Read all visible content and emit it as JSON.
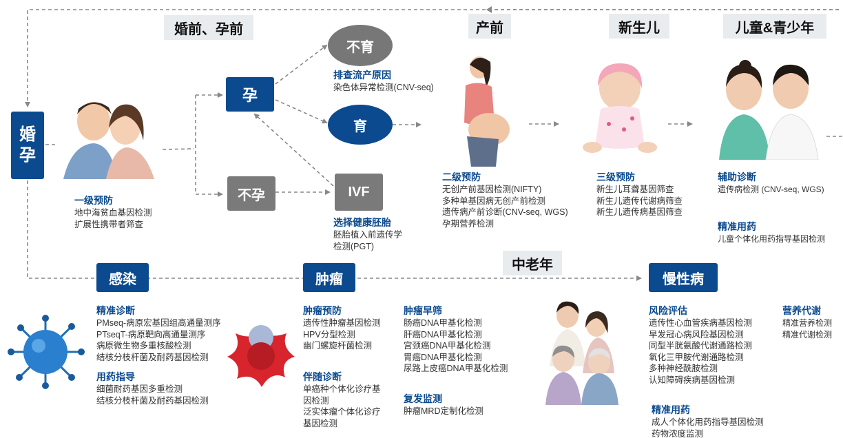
{
  "stages": {
    "premarital": "婚前、孕前",
    "prenatal": "产前",
    "newborn": "新生儿",
    "children": "儿童&青少年",
    "middle_aged": "中老年"
  },
  "nodes": {
    "marriage": "婚\n孕",
    "pregnant": "孕",
    "not_pregnant": "不孕",
    "infertile": "不育",
    "fertile": "育",
    "ivf": "IVF",
    "infection": "感染",
    "tumor": "肿瘤",
    "chronic": "慢性病"
  },
  "blocks": {
    "primary": {
      "title": "一级预防",
      "items": [
        "地中海贫血基因检测",
        "扩展性携带者筛查"
      ]
    },
    "miscarriage": {
      "title": "排查流产原因",
      "items": [
        "染色体异常检测(CNV-seq)"
      ]
    },
    "embryo": {
      "title": "选择健康胚胎",
      "items": [
        "胚胎植入前遗传学",
        "检测(PGT)"
      ]
    },
    "secondary": {
      "title": "二级预防",
      "items": [
        "无创产前基因检测(NIFTY)",
        "多种单基因病无创产前检测",
        "遗传病产前诊断(CNV-seq, WGS)",
        "孕期营养检测"
      ]
    },
    "tertiary": {
      "title": "三级预防",
      "items": [
        "新生儿耳聋基因筛查",
        "新生儿遗传代谢病筛查",
        "新生儿遗传病基因筛查"
      ]
    },
    "aux_diag": {
      "title": "辅助诊断",
      "items": [
        "遗传病检测 (CNV-seq, WGS)"
      ]
    },
    "child_med": {
      "title": "精准用药",
      "items": [
        "儿童个体化用药指导基因检测"
      ]
    },
    "inf_diag": {
      "title": "精准诊断",
      "items": [
        "PMseq-病原宏基因组高通量测序",
        "PTseqT-病原靶向高通量测序",
        "病原微生物多重核酸检测",
        "结核分枝杆菌及耐药基因检测"
      ]
    },
    "inf_med": {
      "title": "用药指导",
      "items": [
        "细菌耐药基因多重检测",
        "结核分枝杆菌及耐药基因检测"
      ]
    },
    "tumor_prev": {
      "title": "肿瘤预防",
      "items": [
        "遗传性肿瘤基因检测",
        "HPV分型检测",
        "幽门螺旋杆菌检测"
      ]
    },
    "tumor_comp": {
      "title": "伴随诊断",
      "items": [
        "单癌种个体化诊疗基",
        "因检测",
        "泛实体瘤个体化诊疗",
        "基因检测"
      ]
    },
    "tumor_screen": {
      "title": "肿瘤早筛",
      "items": [
        "肠癌DNA甲基化检测",
        "肝癌DNA甲基化检测",
        "宫颈癌DNA甲基化检测",
        "胃癌DNA甲基化检测",
        "尿路上皮癌DNA甲基化检测"
      ]
    },
    "relapse": {
      "title": "复发监测",
      "items": [
        "肿瘤MRD定制化检测"
      ]
    },
    "risk": {
      "title": "风险评估",
      "items": [
        "遗传性心血管疾病基因检测",
        "早发冠心病风险基因检测",
        "同型半胱氨酸代谢通路检测",
        "氧化三甲胺代谢通路检测",
        "多种神经酰胺检测",
        "认知障碍疾病基因检测"
      ]
    },
    "nutrition": {
      "title": "营养代谢",
      "items": [
        "精准营养检测",
        "精准代谢检测"
      ]
    },
    "adult_med": {
      "title": "精准用药",
      "items": [
        "成人个体化用药指导基因检测",
        "药物浓度监测"
      ]
    }
  },
  "colors": {
    "blue": "#0b4a8f",
    "gray": "#7a7a7a",
    "title_bg": "#e9ecef",
    "arrow": "#888888"
  }
}
